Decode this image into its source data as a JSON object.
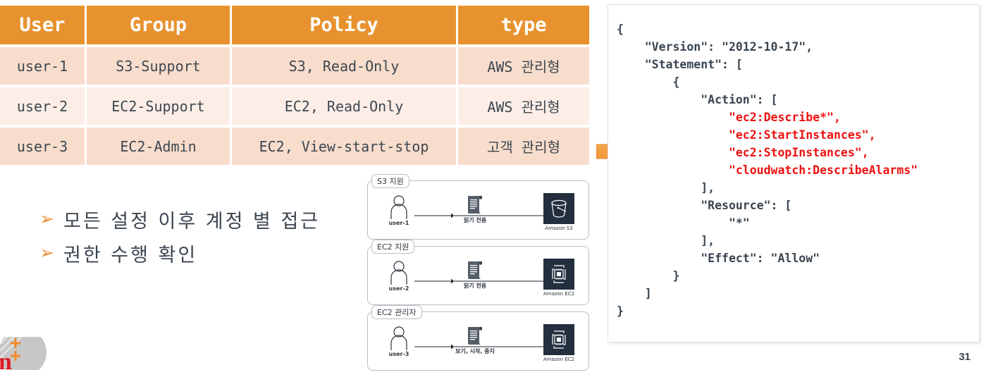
{
  "table": {
    "headers": [
      "User",
      "Group",
      "Policy",
      "type"
    ],
    "rows": [
      {
        "user": "user-1",
        "group": "S3-Support",
        "policy": "S3, Read-Only",
        "type": "AWS 관리형"
      },
      {
        "user": "user-2",
        "group": "EC2-Support",
        "policy": "EC2, Read-Only",
        "type": "AWS 관리형"
      },
      {
        "user": "user-3",
        "group": "EC2-Admin",
        "policy": "EC2, View-start-stop",
        "type": "고객 관리형"
      }
    ]
  },
  "bullets": {
    "marker": "➢",
    "items": [
      "모든 설정 이후 계정 별 접근",
      "권한 수행 확인"
    ]
  },
  "diagrams": [
    {
      "title": "S3 지원",
      "user_label": "user-1",
      "policy_label": "읽기 전용",
      "service_label": "Amazon S3",
      "service_icon": "s3-bucket-icon"
    },
    {
      "title": "EC2 지원",
      "user_label": "user-2",
      "policy_label": "읽기 전용",
      "service_label": "Amazon EC2",
      "service_icon": "ec2-instance-icon"
    },
    {
      "title": "EC2 관리자",
      "user_label": "user-3",
      "policy_label": "보기, 시작, 중지",
      "service_label": "Amazon EC2",
      "service_icon": "ec2-instance-icon"
    }
  ],
  "json_policy": {
    "lines": [
      {
        "text": "{",
        "highlight": false
      },
      {
        "text": "    \"Version\": \"2012-10-17\",",
        "highlight": false
      },
      {
        "text": "    \"Statement\": [",
        "highlight": false
      },
      {
        "text": "        {",
        "highlight": false
      },
      {
        "text": "            \"Action\": [",
        "highlight": false
      },
      {
        "text": "                \"ec2:Describe*\",",
        "highlight": true
      },
      {
        "text": "                \"ec2:StartInstances\",",
        "highlight": true
      },
      {
        "text": "                \"ec2:StopInstances\",",
        "highlight": true
      },
      {
        "text": "                \"cloudwatch:DescribeAlarms\"",
        "highlight": true
      },
      {
        "text": "            ],",
        "highlight": false
      },
      {
        "text": "            \"Resource\": [",
        "highlight": false
      },
      {
        "text": "                \"*\"",
        "highlight": false
      },
      {
        "text": "            ],",
        "highlight": false
      },
      {
        "text": "            \"Effect\": \"Allow\"",
        "highlight": false
      },
      {
        "text": "        }",
        "highlight": false
      },
      {
        "text": "    ]",
        "highlight": false
      },
      {
        "text": "}",
        "highlight": false
      }
    ]
  },
  "footer": {
    "page_number": "31"
  },
  "colors": {
    "header_orange": "#e8922f",
    "row_dark": "#f8ddcc",
    "row_light": "#fceee7",
    "text_dark": "#3c4650",
    "code_red": "#ee1111",
    "aws_navy": "#232f3e",
    "arrow_orange": "#f3a042"
  }
}
